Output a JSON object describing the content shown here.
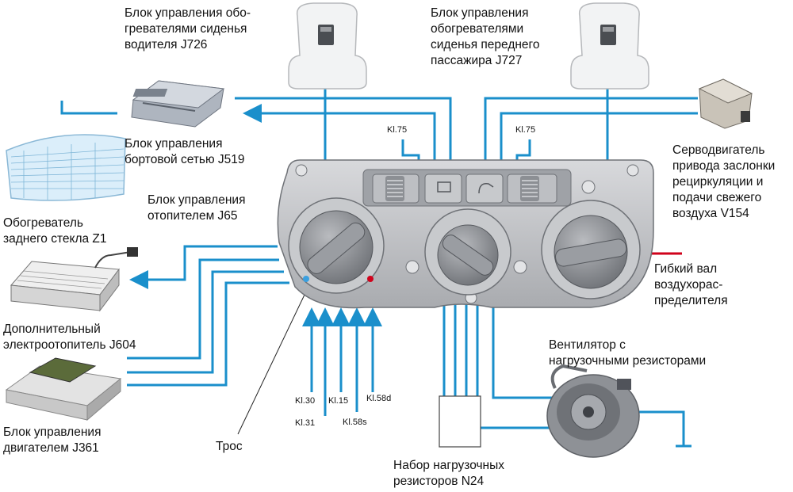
{
  "colors": {
    "wire": "#1a8fcb",
    "red_mark": "#d0021b",
    "blue_mark": "#3aa0e0",
    "panel": "#c4c6c9",
    "panel_dark": "#8d9095",
    "knob": "#7d8085",
    "text": "#111111"
  },
  "labels": {
    "j726": [
      "Блок управления обо-",
      "гревателями сиденья",
      "водителя J726"
    ],
    "j727": [
      "Блок управления",
      "обогревателями",
      "сиденья переднего",
      "пассажира J727"
    ],
    "j519": [
      "Блок управления",
      "бортовой сетью J519"
    ],
    "j65": [
      "Блок управления",
      "отопителем J65"
    ],
    "z1": [
      "Обогреватель",
      "заднего стекла Z1"
    ],
    "j604": [
      "Дополнительный",
      "электроотопитель J604"
    ],
    "j361": [
      "Блок управления",
      "двигателем J361"
    ],
    "v154": [
      "Серводвигатель",
      "привода заслонки",
      "рециркуляции и",
      "подачи свежего",
      "воздуха V154"
    ],
    "shaft": [
      "Гибкий вал",
      "воздухорас-",
      "пределителя"
    ],
    "fan": [
      "Вентилятор с",
      "нагрузочными резисторами"
    ],
    "n24": [
      "Набор нагрузочных",
      "резисторов N24"
    ],
    "cable": [
      "Трос"
    ]
  },
  "terminals": {
    "kl75_left": "Kl.75",
    "kl75_right": "Kl.75",
    "kl30": "Kl.30",
    "kl31": "Kl.31",
    "kl15": "Kl.15",
    "kl58s": "Kl.58s",
    "kl58d": "Kl.58d"
  },
  "icons": [
    "seat-icon",
    "control-unit-icon",
    "rear-window-icon",
    "aux-heater-icon",
    "engine-ecu-icon",
    "servo-motor-icon",
    "blower-fan-icon",
    "resistor-block-icon",
    "control-panel-icon",
    "ground-symbol-icon"
  ]
}
